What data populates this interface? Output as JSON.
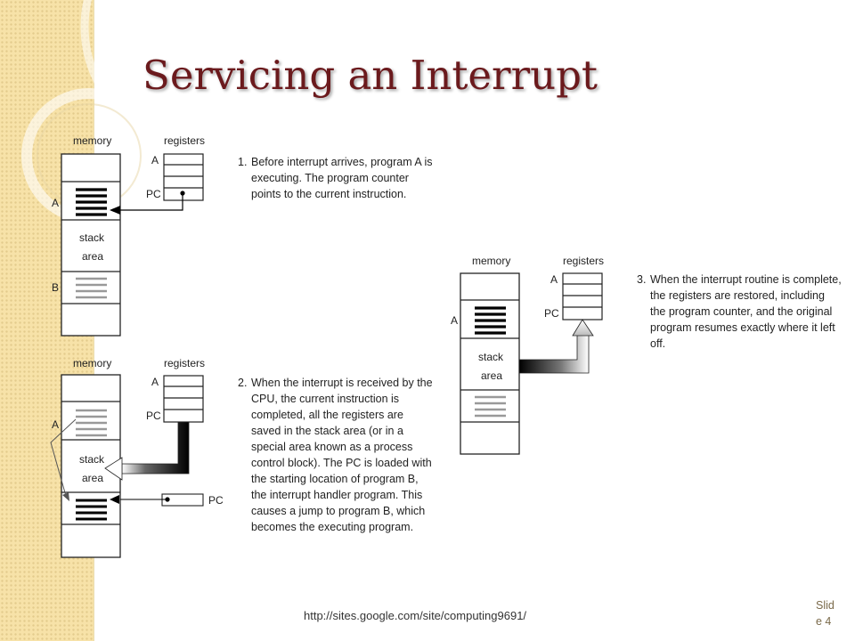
{
  "slide": {
    "title": "Servicing an Interrupt",
    "footer_url": "http://sites.google.com/site/computing9691/",
    "slide_label": "Slide 4"
  },
  "diagram1": {
    "memory_label": "memory",
    "registers_label": "registers",
    "reg_a_label": "A",
    "reg_pc_label": "PC",
    "mem_a_label": "A",
    "mem_b_label": "B",
    "stack_label_1": "stack",
    "stack_label_2": "area",
    "step_number": "1.",
    "description": "Before interrupt arrives, program A is executing. The program counter points to the current instruction."
  },
  "diagram2": {
    "memory_label": "memory",
    "registers_label": "registers",
    "reg_a_label": "A",
    "reg_pc_label": "PC",
    "mem_a_label": "A",
    "stack_label_1": "stack",
    "stack_label_2": "area",
    "pc_box_label": "PC",
    "step_number": "2.",
    "description": "When the interrupt is received by the CPU, the current instruction is completed, all the registers are saved in the stack area (or in a special area known as a process control block). The PC is loaded with the starting location of program B, the interrupt handler program. This causes a jump to program B, which becomes the executing program."
  },
  "diagram3": {
    "memory_label": "memory",
    "registers_label": "registers",
    "reg_a_label": "A",
    "reg_pc_label": "PC",
    "mem_a_label": "A",
    "stack_label_1": "stack",
    "stack_label_2": "area",
    "step_number": "3.",
    "description": "When the interrupt routine is complete, the registers are restored, including the program counter, and the original program resumes exactly where it left off."
  }
}
